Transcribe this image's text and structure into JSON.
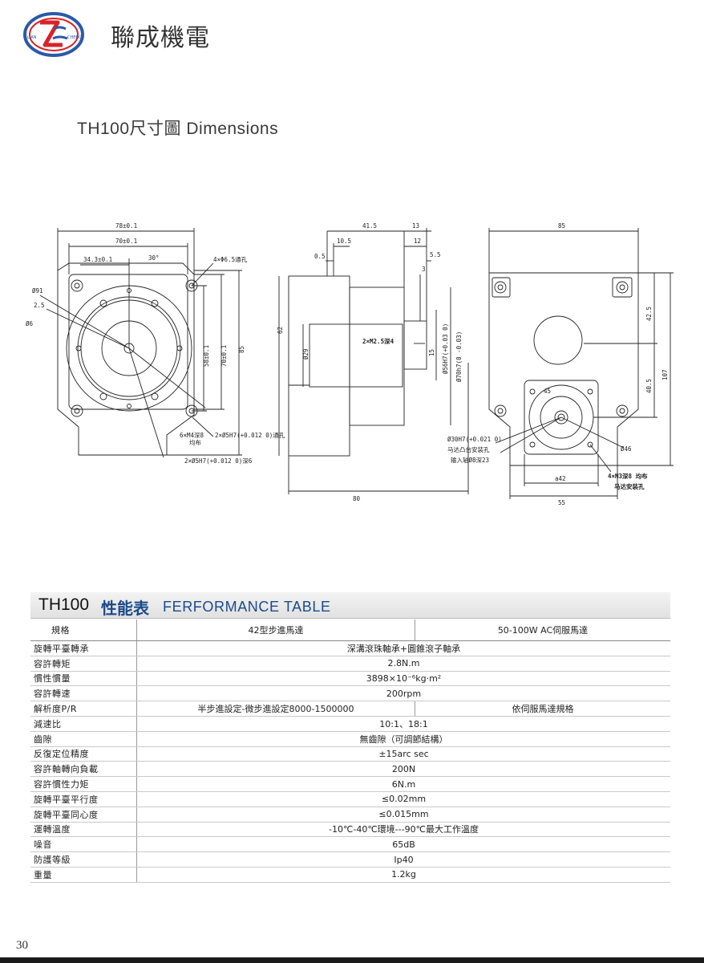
{
  "header": {
    "logo_text_left": "LIAN",
    "logo_text_right": "CHENG",
    "brand": "聯成機電"
  },
  "title": "TH100尺寸圖 Dimensions",
  "drawing": {
    "front": {
      "w_outer": "78±0.1",
      "w_inner": "70±0.1",
      "offset": "34.3±0.1",
      "angle": "30°",
      "hole_callout": "4×Φ6.5通孔",
      "d91": "Ø91",
      "c25": "2.5",
      "d6": "Ø6",
      "h58": "58±0.1",
      "h70": "70±0.1",
      "h85": "85",
      "m4_note": "6×M4深8",
      "m4_note2": "均布",
      "pin_note": "2×Ø5H7(+0.012 0)通孔",
      "pin_note2": "2×Ø5H7(+0.012 0)深6"
    },
    "side": {
      "d415": "41.5",
      "d13": "13",
      "d105": "10.5",
      "d12": "12",
      "d05": "0.5",
      "d55": "5.5",
      "d3": "3",
      "d62": "62",
      "d29": "Ø29",
      "m25": "2×M2.5深4",
      "d15": "15",
      "d56": "Ø56H7(+0.03 0)",
      "d70": "Ø70h7(0 -0.03)",
      "d80": "80"
    },
    "rear": {
      "d85": "85",
      "d425": "42.5",
      "d107": "107",
      "d405": "40.5",
      "d45": "45",
      "d30": "Ø30H7(+0.021 0)",
      "boss": "马达凸台安装孔",
      "shaft": "输入轴Ø8深23",
      "d46": "Ø46",
      "m3": "4×M3深8 均布",
      "m3b": "马达安装孔",
      "d42": "a42",
      "d55": "55"
    }
  },
  "performance": {
    "model": "TH100",
    "title_cn": "性能表",
    "title_en": "FERFORMANCE TABLE",
    "spec_label": "規格",
    "col_a": "42型步進馬達",
    "col_b": "50-100W AC伺服馬達",
    "rows": [
      {
        "label": "旋轉平臺轉承",
        "value": "深溝滾珠軸承+圓錐滾子軸承"
      },
      {
        "label": "容許轉矩",
        "value": "2.8N.m"
      },
      {
        "label": "慣性慣量",
        "value": "3898×10⁻⁶kg·m²"
      },
      {
        "label": "容許轉速",
        "value": "200rpm"
      },
      {
        "label": "解析度P/R",
        "value_a": "半步進設定-微步進設定8000-1500000",
        "value_b": "依伺服馬達規格"
      },
      {
        "label": "減速比",
        "value": "10:1、18:1"
      },
      {
        "label": "齒隙",
        "value": "無齒隙（可調節結構）"
      },
      {
        "label": "反復定位精度",
        "value": "±15arc sec"
      },
      {
        "label": "容許軸轉向負載",
        "value": "200N"
      },
      {
        "label": "容許慣性力矩",
        "value": "6N.m"
      },
      {
        "label": "旋轉平臺平行度",
        "value": "≤0.02mm"
      },
      {
        "label": "旋轉平臺同心度",
        "value": "≤0.015mm"
      },
      {
        "label": "運轉溫度",
        "value": "-10℃-40℃環境---90℃最大工作溫度"
      },
      {
        "label": "噪音",
        "value": "65dB"
      },
      {
        "label": "防護等級",
        "value": "Ip40"
      },
      {
        "label": "重量",
        "value": "1.2kg"
      }
    ]
  },
  "page_number": "30"
}
